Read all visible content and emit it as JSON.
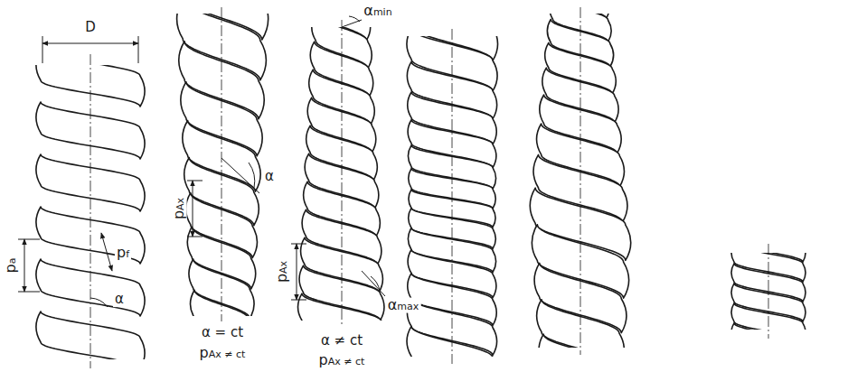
{
  "diagram": {
    "labels": [
      "D",
      "pa",
      "pf",
      "α",
      "pAx",
      "α",
      "α = ct",
      "pAx ≠ ct",
      "αmin",
      "pAx",
      "αmax",
      "α ≠ ct",
      "pAx ≠ ct"
    ]
  }
}
